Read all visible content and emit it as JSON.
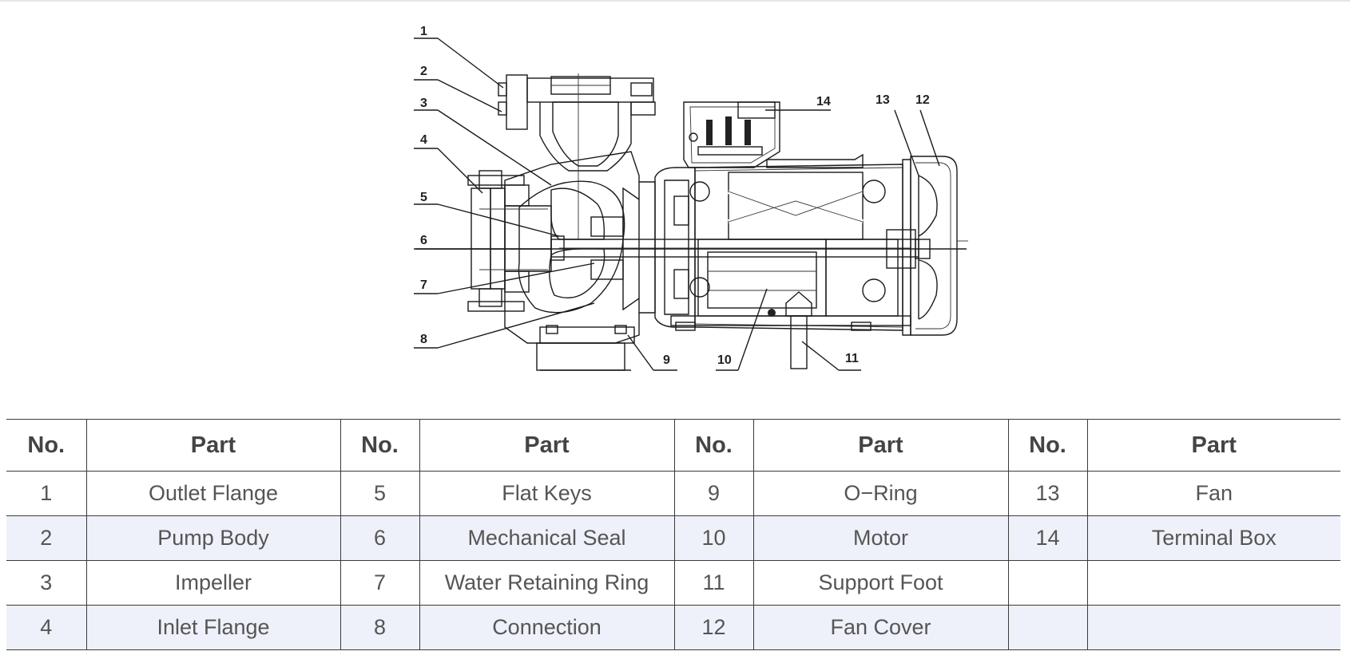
{
  "diagram": {
    "callouts": [
      "1",
      "2",
      "3",
      "4",
      "5",
      "6",
      "7",
      "8",
      "9",
      "10",
      "11",
      "12",
      "13",
      "14"
    ]
  },
  "table": {
    "headers": [
      "No.",
      "Part",
      "No.",
      "Part",
      "No.",
      "Part",
      "No.",
      "Part"
    ],
    "rows": [
      [
        "1",
        "Outlet Flange",
        "5",
        "Flat Keys",
        "9",
        "O−Ring",
        "13",
        "Fan"
      ],
      [
        "2",
        "Pump Body",
        "6",
        "Mechanical Seal",
        "10",
        "Motor",
        "14",
        "Terminal Box"
      ],
      [
        "3",
        "Impeller",
        "7",
        "Water Retaining Ring",
        "11",
        "Support Foot",
        "",
        ""
      ],
      [
        "4",
        "Inlet Flange",
        "8",
        "Connection",
        "12",
        "Fan Cover",
        "",
        ""
      ]
    ]
  }
}
